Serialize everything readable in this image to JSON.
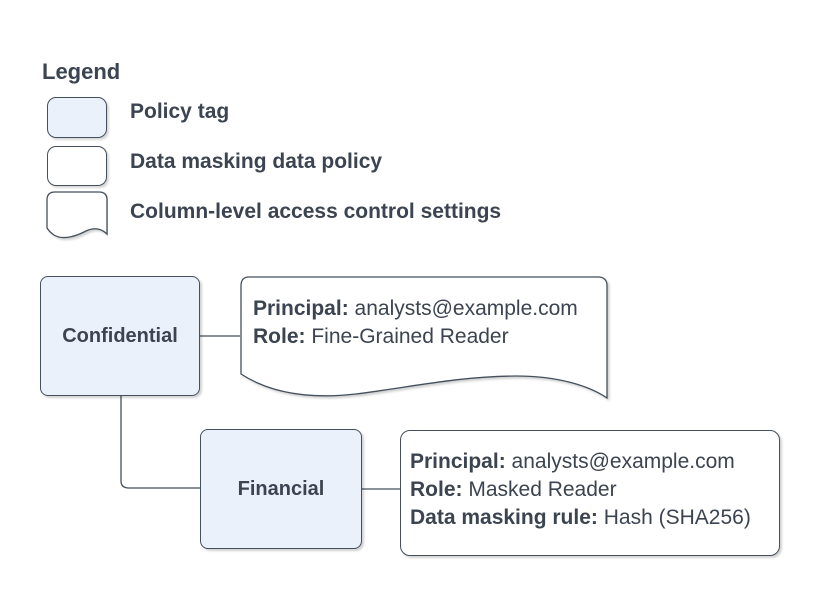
{
  "legend": {
    "title": "Legend",
    "items": [
      {
        "label": "Policy tag"
      },
      {
        "label": "Data masking data policy"
      },
      {
        "label": "Column-level access control settings"
      }
    ]
  },
  "diagram": {
    "nodes": {
      "confidential": {
        "label": "Confidential"
      },
      "financial": {
        "label": "Financial"
      }
    },
    "access_control_doc": {
      "lines": [
        {
          "label": "Principal:",
          "value": "analysts@example.com"
        },
        {
          "label": "Role:",
          "value": "Fine-Grained Reader"
        }
      ]
    },
    "data_masking_policy": {
      "lines": [
        {
          "label": "Principal:",
          "value": "analysts@example.com"
        },
        {
          "label": "Role:",
          "value": "Masked Reader"
        },
        {
          "label": "Data masking rule:",
          "value": "Hash (SHA256)"
        }
      ]
    }
  },
  "colors": {
    "policy_tag_fill": "#EAF1FB",
    "shape_fill_white": "#FFFFFF",
    "shape_stroke": "#44505C",
    "text": "#3B4450",
    "background": "#FFFFFF"
  }
}
